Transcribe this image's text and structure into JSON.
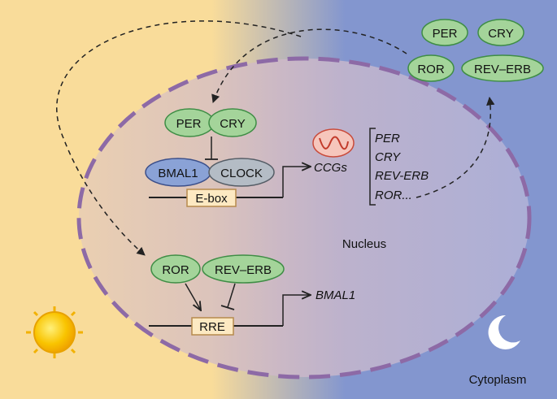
{
  "colors": {
    "day_background": "#f9dc9a",
    "night_background": "#8396cf",
    "nucleus_fill": "#cfb8c8",
    "nucleus_border": "#8d6aa6",
    "green_protein": "#a4d49a",
    "green_protein_border": "#3e8d45",
    "blue_protein": "#8aa2d6",
    "grey_protein": "#b4bcc5",
    "promoter_box": "#fde9c2",
    "promoter_border": "#b68a4d",
    "oscillator_fill": "#f6c6bc",
    "oscillator_border": "#c94a3a",
    "sun": "#f7b800",
    "moon": "#ffffff"
  },
  "cytoplasm_proteins": {
    "per": "PER",
    "cry": "CRY",
    "ror": "ROR",
    "rev_erb": "REV–ERB"
  },
  "repressor_complex": {
    "per": "PER",
    "cry": "CRY"
  },
  "activator_complex": {
    "bmal1": "BMAL1",
    "clock": "CLOCK"
  },
  "promoters": {
    "ebox": "E-box",
    "rre": "RRE"
  },
  "ccg": {
    "label": "CCGs",
    "genes": [
      "PER",
      "CRY",
      "REV-ERB",
      "ROR..."
    ]
  },
  "rre_regulators": {
    "ror": "ROR",
    "rev_erb": "REV–ERB"
  },
  "bmal1_output": "BMAL1",
  "compartments": {
    "nucleus": "Nucleus",
    "cytoplasm": "Cytoplasm"
  },
  "icons": {
    "day": "sun-icon",
    "night": "moon-icon",
    "oscillation": "oscillation-wave-icon"
  }
}
